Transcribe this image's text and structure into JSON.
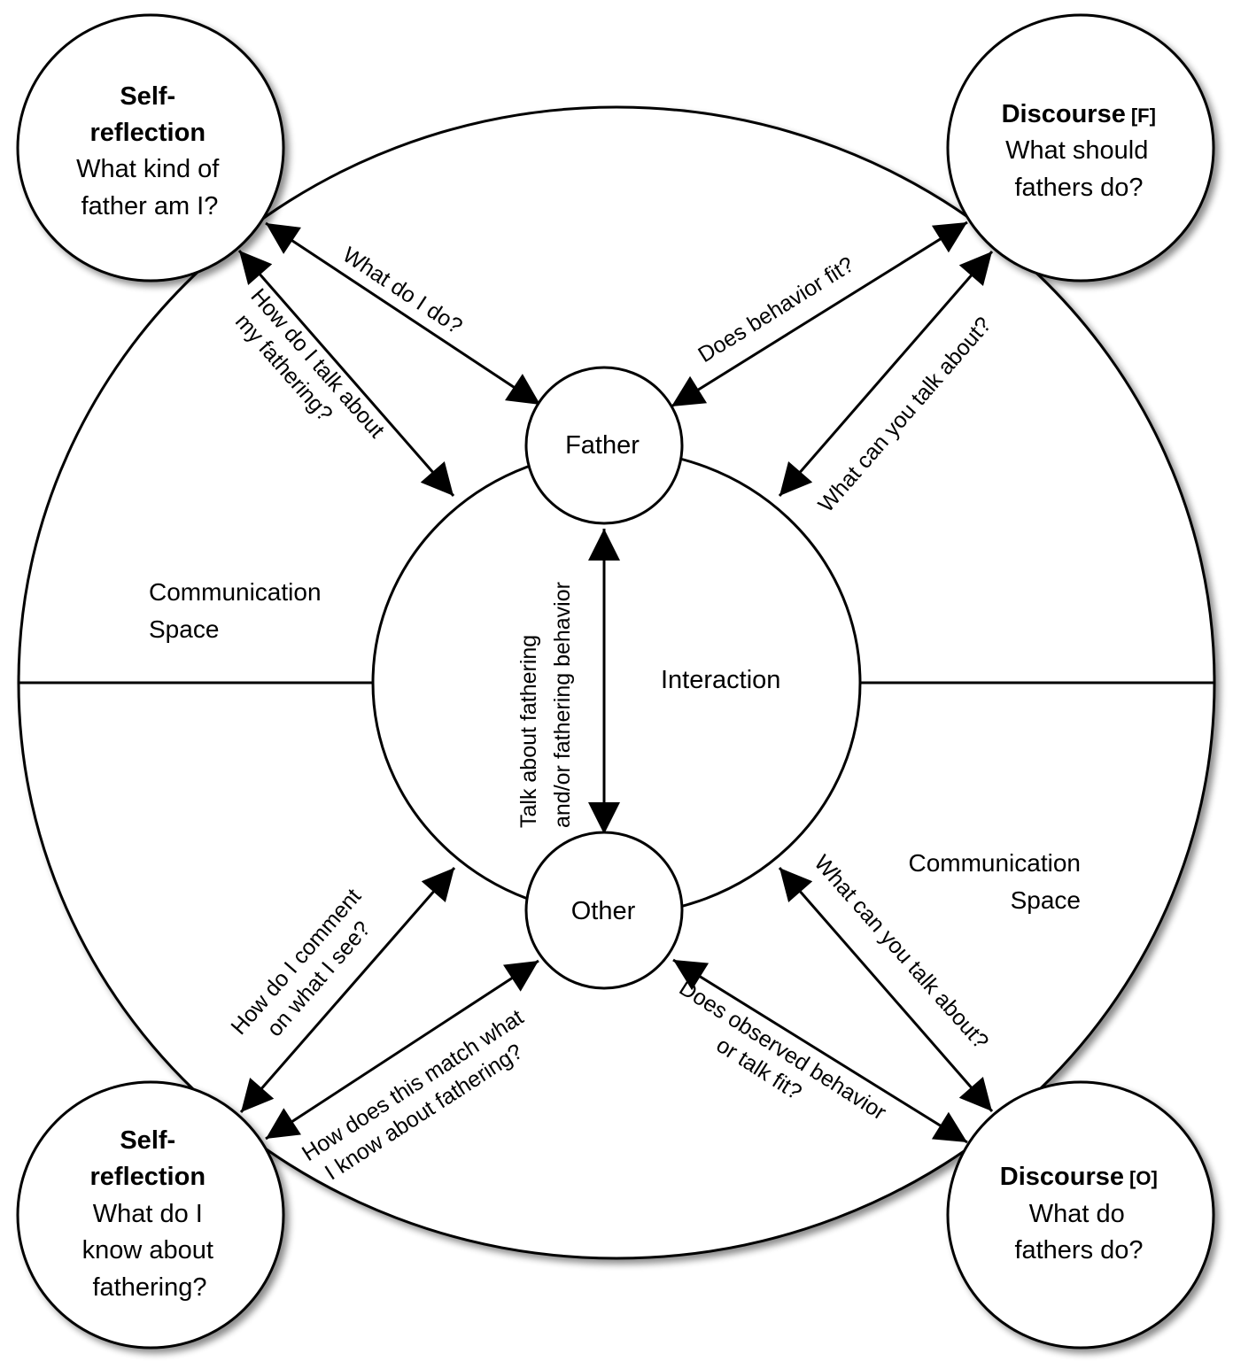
{
  "diagram": {
    "outer_region": {
      "upper_label_lines": [
        "Communication",
        "Space"
      ],
      "lower_label_lines": [
        "Communication",
        "Space"
      ]
    },
    "interaction": {
      "label": "Interaction"
    },
    "nodes": {
      "father": {
        "label": "Father"
      },
      "other": {
        "label": "Other"
      },
      "self_reflection_father": {
        "title_lines": [
          "Self-",
          "reflection"
        ],
        "text_lines": [
          "What kind of",
          "father am I?"
        ]
      },
      "discourse_father": {
        "title": "Discourse",
        "tag": "[F]",
        "text_lines": [
          "What should",
          "fathers do?"
        ]
      },
      "self_reflection_other": {
        "title_lines": [
          "Self-",
          "reflection"
        ],
        "text_lines": [
          "What do I",
          "know about",
          "fathering?"
        ]
      },
      "discourse_other": {
        "title": "Discourse",
        "tag": "[O]",
        "text_lines": [
          "What do",
          "fathers do?"
        ]
      }
    },
    "edges": [
      {
        "id": "selfF-father",
        "from": "Self-reflection (top-left)",
        "to": "Father",
        "direction": "both",
        "label_lines": [
          "What do I do?"
        ]
      },
      {
        "id": "selfF-interaction",
        "from": "Self-reflection (top-left)",
        "to": "Interaction",
        "direction": "both",
        "label_lines": [
          "How do I talk about",
          "my fathering?"
        ]
      },
      {
        "id": "discF-father",
        "from": "Discourse [F]",
        "to": "Father",
        "direction": "both",
        "label_lines": [
          "Does behavior fit?"
        ]
      },
      {
        "id": "discF-interaction",
        "from": "Discourse [F]",
        "to": "Interaction",
        "direction": "both",
        "label_lines": [
          "What can you talk about?"
        ]
      },
      {
        "id": "father-other",
        "from": "Father",
        "to": "Other",
        "direction": "both",
        "label_lines": [
          "Talk about fathering",
          "and/or fathering behavior"
        ]
      },
      {
        "id": "selfO-interaction",
        "from": "Self-reflection (bottom-left)",
        "to": "Interaction",
        "direction": "both",
        "label_lines": [
          "How do I comment",
          "on what I see?"
        ]
      },
      {
        "id": "selfO-other",
        "from": "Self-reflection (bottom-left)",
        "to": "Other",
        "direction": "both",
        "label_lines": [
          "How does this match what",
          "I know about fathering?"
        ]
      },
      {
        "id": "discO-interaction",
        "from": "Discourse [O]",
        "to": "Interaction",
        "direction": "both",
        "label_lines": [
          "What can you talk about?"
        ]
      },
      {
        "id": "discO-other",
        "from": "Discourse [O]",
        "to": "Other",
        "direction": "both",
        "label_lines": [
          "Does observed behavior",
          "or talk fit?"
        ]
      }
    ]
  }
}
